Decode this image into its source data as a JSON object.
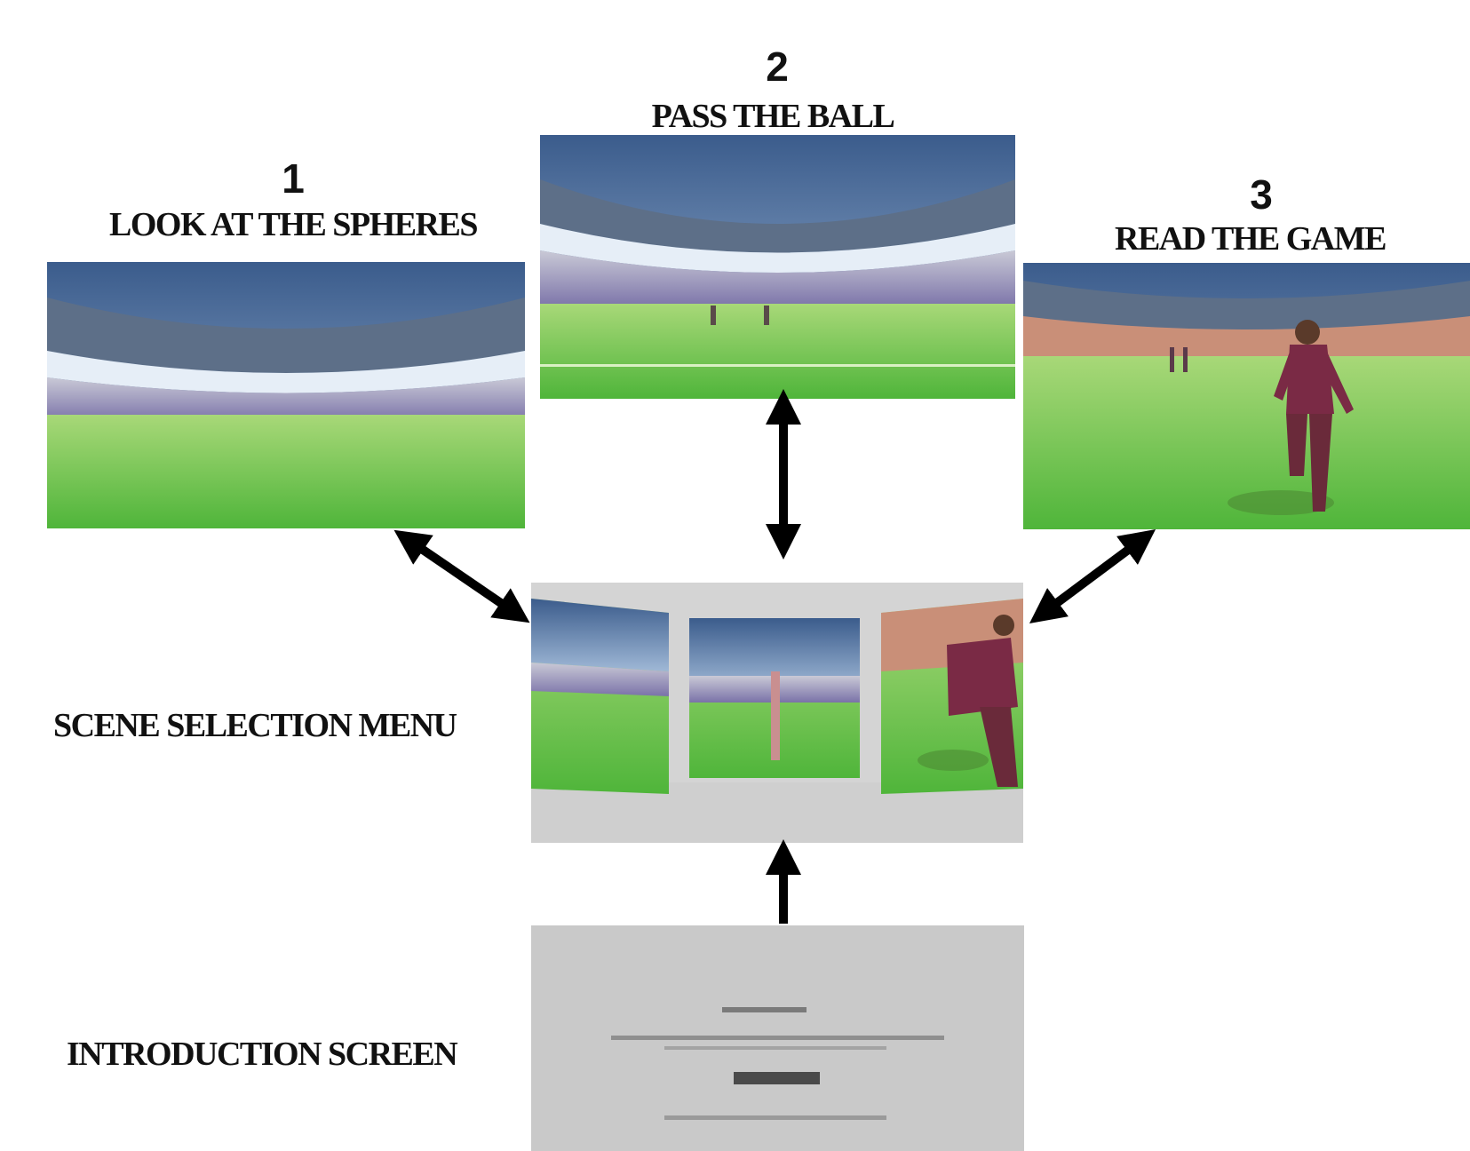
{
  "scenes": [
    {
      "number": "1",
      "title": "LOOK AT THE SPHERES"
    },
    {
      "number": "2",
      "title": "PASS THE BALL"
    },
    {
      "number": "3",
      "title": "READ THE GAME"
    }
  ],
  "menu": {
    "label": "SCENE SELECTION MENU"
  },
  "intro": {
    "label": "INTRODUCTION SCREEN"
  },
  "colors": {
    "sky": "#4a6f9e",
    "grass": "#6fc24a",
    "stands": "#8a84b8",
    "player_shirt": "#7a2a45",
    "menu_bg": "#d4d4d4",
    "intro_bg": "#c9c9c9",
    "arrow": "#000000"
  }
}
